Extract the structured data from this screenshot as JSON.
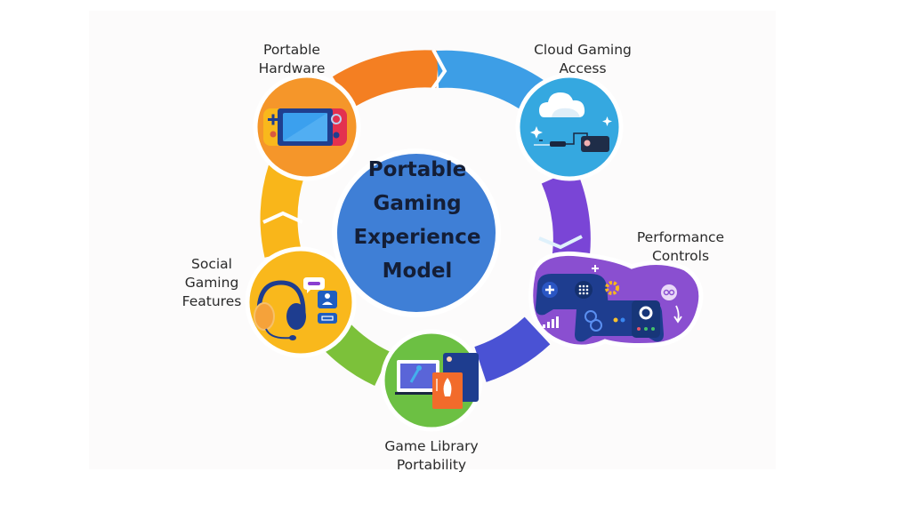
{
  "diagram": {
    "title": "Portable Gaming Experience Model",
    "center_lines": [
      "Portable",
      "Gaming",
      "Experience",
      "Model"
    ],
    "nodes": [
      {
        "id": "hardware",
        "lines": [
          "Portable",
          "Hardware"
        ],
        "color": "#f5962a",
        "icon": "handheld-console-icon"
      },
      {
        "id": "cloud",
        "lines": [
          "Cloud Gaming",
          "Access"
        ],
        "color": "#35a8e0",
        "icon": "cloud-streaming-icon"
      },
      {
        "id": "performance",
        "lines": [
          "Performance",
          "Controls"
        ],
        "color": "#8a4fd0",
        "icon": "gamepad-settings-icon"
      },
      {
        "id": "library",
        "lines": [
          "Game Library",
          "Portability"
        ],
        "color": "#6cc043",
        "icon": "game-library-devices-icon"
      },
      {
        "id": "social",
        "lines": [
          "Social",
          "Gaming",
          "Features"
        ],
        "color": "#f9b81c",
        "icon": "headset-chat-icon"
      }
    ],
    "ring_segments": [
      {
        "from": "hardware",
        "to": "cloud",
        "color": "#f47f22"
      },
      {
        "from": "cloud",
        "to": "performance",
        "color": "#3d9ee6"
      },
      {
        "from": "performance",
        "to": "library",
        "color": "#7a45d6"
      },
      {
        "from": "library",
        "to": "social",
        "color": "#7cc13a"
      },
      {
        "from": "social",
        "to": "hardware",
        "color": "#f9b61a"
      }
    ],
    "center_color": "#3f7fd6"
  }
}
